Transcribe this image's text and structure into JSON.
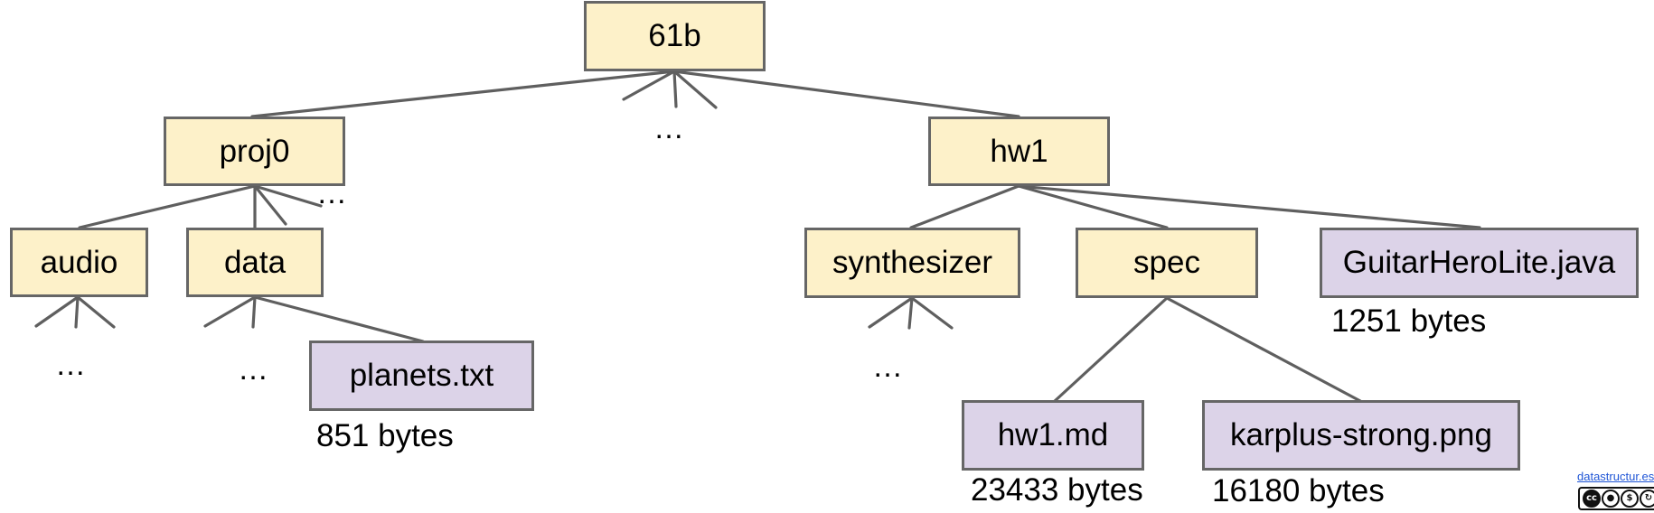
{
  "tree": {
    "root": {
      "name": "61b",
      "kind": "directory"
    },
    "root_more": "…",
    "directories": {
      "proj0": "proj0",
      "hw1": "hw1",
      "audio": "audio",
      "data": "data",
      "synthesizer": "synthesizer",
      "spec": "spec"
    },
    "files": {
      "planets": {
        "name": "planets.txt",
        "size": "851 bytes"
      },
      "guitar": {
        "name": "GuitarHeroLite.java",
        "size": "1251 bytes"
      },
      "hw1md": {
        "name": "hw1.md",
        "size": "23433 bytes"
      },
      "karplus": {
        "name": "karplus-strong.png",
        "size": "16180 bytes"
      }
    },
    "more": {
      "root": "…",
      "proj0": "…",
      "audio": "…",
      "data": "…",
      "synthesizer": "…"
    },
    "edges": [
      [
        "61b",
        "proj0"
      ],
      [
        "61b",
        "hw1"
      ],
      [
        "proj0",
        "audio"
      ],
      [
        "proj0",
        "data"
      ],
      [
        "hw1",
        "synthesizer"
      ],
      [
        "hw1",
        "spec"
      ],
      [
        "hw1",
        "GuitarHeroLite.java"
      ],
      [
        "data",
        "planets.txt"
      ],
      [
        "spec",
        "hw1.md"
      ],
      [
        "spec",
        "karplus-strong.png"
      ]
    ]
  },
  "legend": {
    "directory_color": "#fdf1c9",
    "file_color": "#dcd3e8",
    "border_color": "#666666",
    "line_color": "#5f5f5f"
  },
  "footer": {
    "credit": "datastructur.es",
    "license_icon": "creative-commons-icon"
  }
}
